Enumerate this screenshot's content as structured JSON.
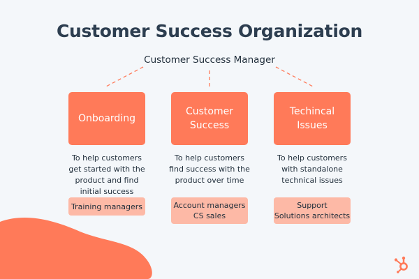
{
  "title": "Customer Success Organization",
  "manager": "Customer Success Manager",
  "departments": [
    {
      "name": "Onboarding",
      "purpose": "To help customers\nget started with the\nproduct and find\ninitial success",
      "roles": "Training managers"
    },
    {
      "name": "Customer\nSuccess",
      "purpose": "To help customers\nfind success with the\nproduct over time",
      "roles": "Account managers\nCS sales"
    },
    {
      "name": "Techincal\nIssues",
      "purpose": "To help customers\nwith standalone\ntechnical issues",
      "roles": "Support\nSolutions architects"
    }
  ],
  "colors": {
    "accent": "#ff7a59",
    "accent_light": "#fdb9a6",
    "text_dark": "#2d3e50",
    "background": "#f4f7fa"
  },
  "logo_icon": "hubspot-sprocket-icon"
}
